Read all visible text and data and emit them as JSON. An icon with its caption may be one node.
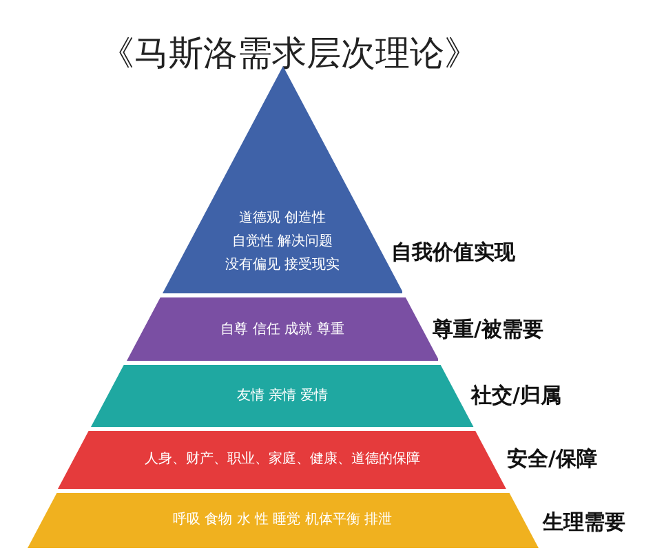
{
  "diagram": {
    "title": "《马斯洛需求层次理论》",
    "nodes": [
      {
        "text": [
          "道德观 创造性",
          "自觉性 解决问题",
          "没有偏见 接受现实"
        ],
        "beside": [
          "自我价值实现"
        ]
      },
      {
        "text": [
          "自尊 信任 成就 尊重"
        ],
        "beside": [
          "尊重/被需要"
        ]
      },
      {
        "text": [
          "友情 亲情 爱情"
        ],
        "beside": [
          "社交/归属"
        ]
      },
      {
        "text": [
          "人身、财产、职业、家庭、健康、道德的保障"
        ],
        "beside": [
          "安全/保障"
        ]
      },
      {
        "text": [
          "呼吸 食物 水 性 睡觉 机体平衡 排泄"
        ],
        "beside": [
          "生理需要"
        ]
      }
    ]
  }
}
